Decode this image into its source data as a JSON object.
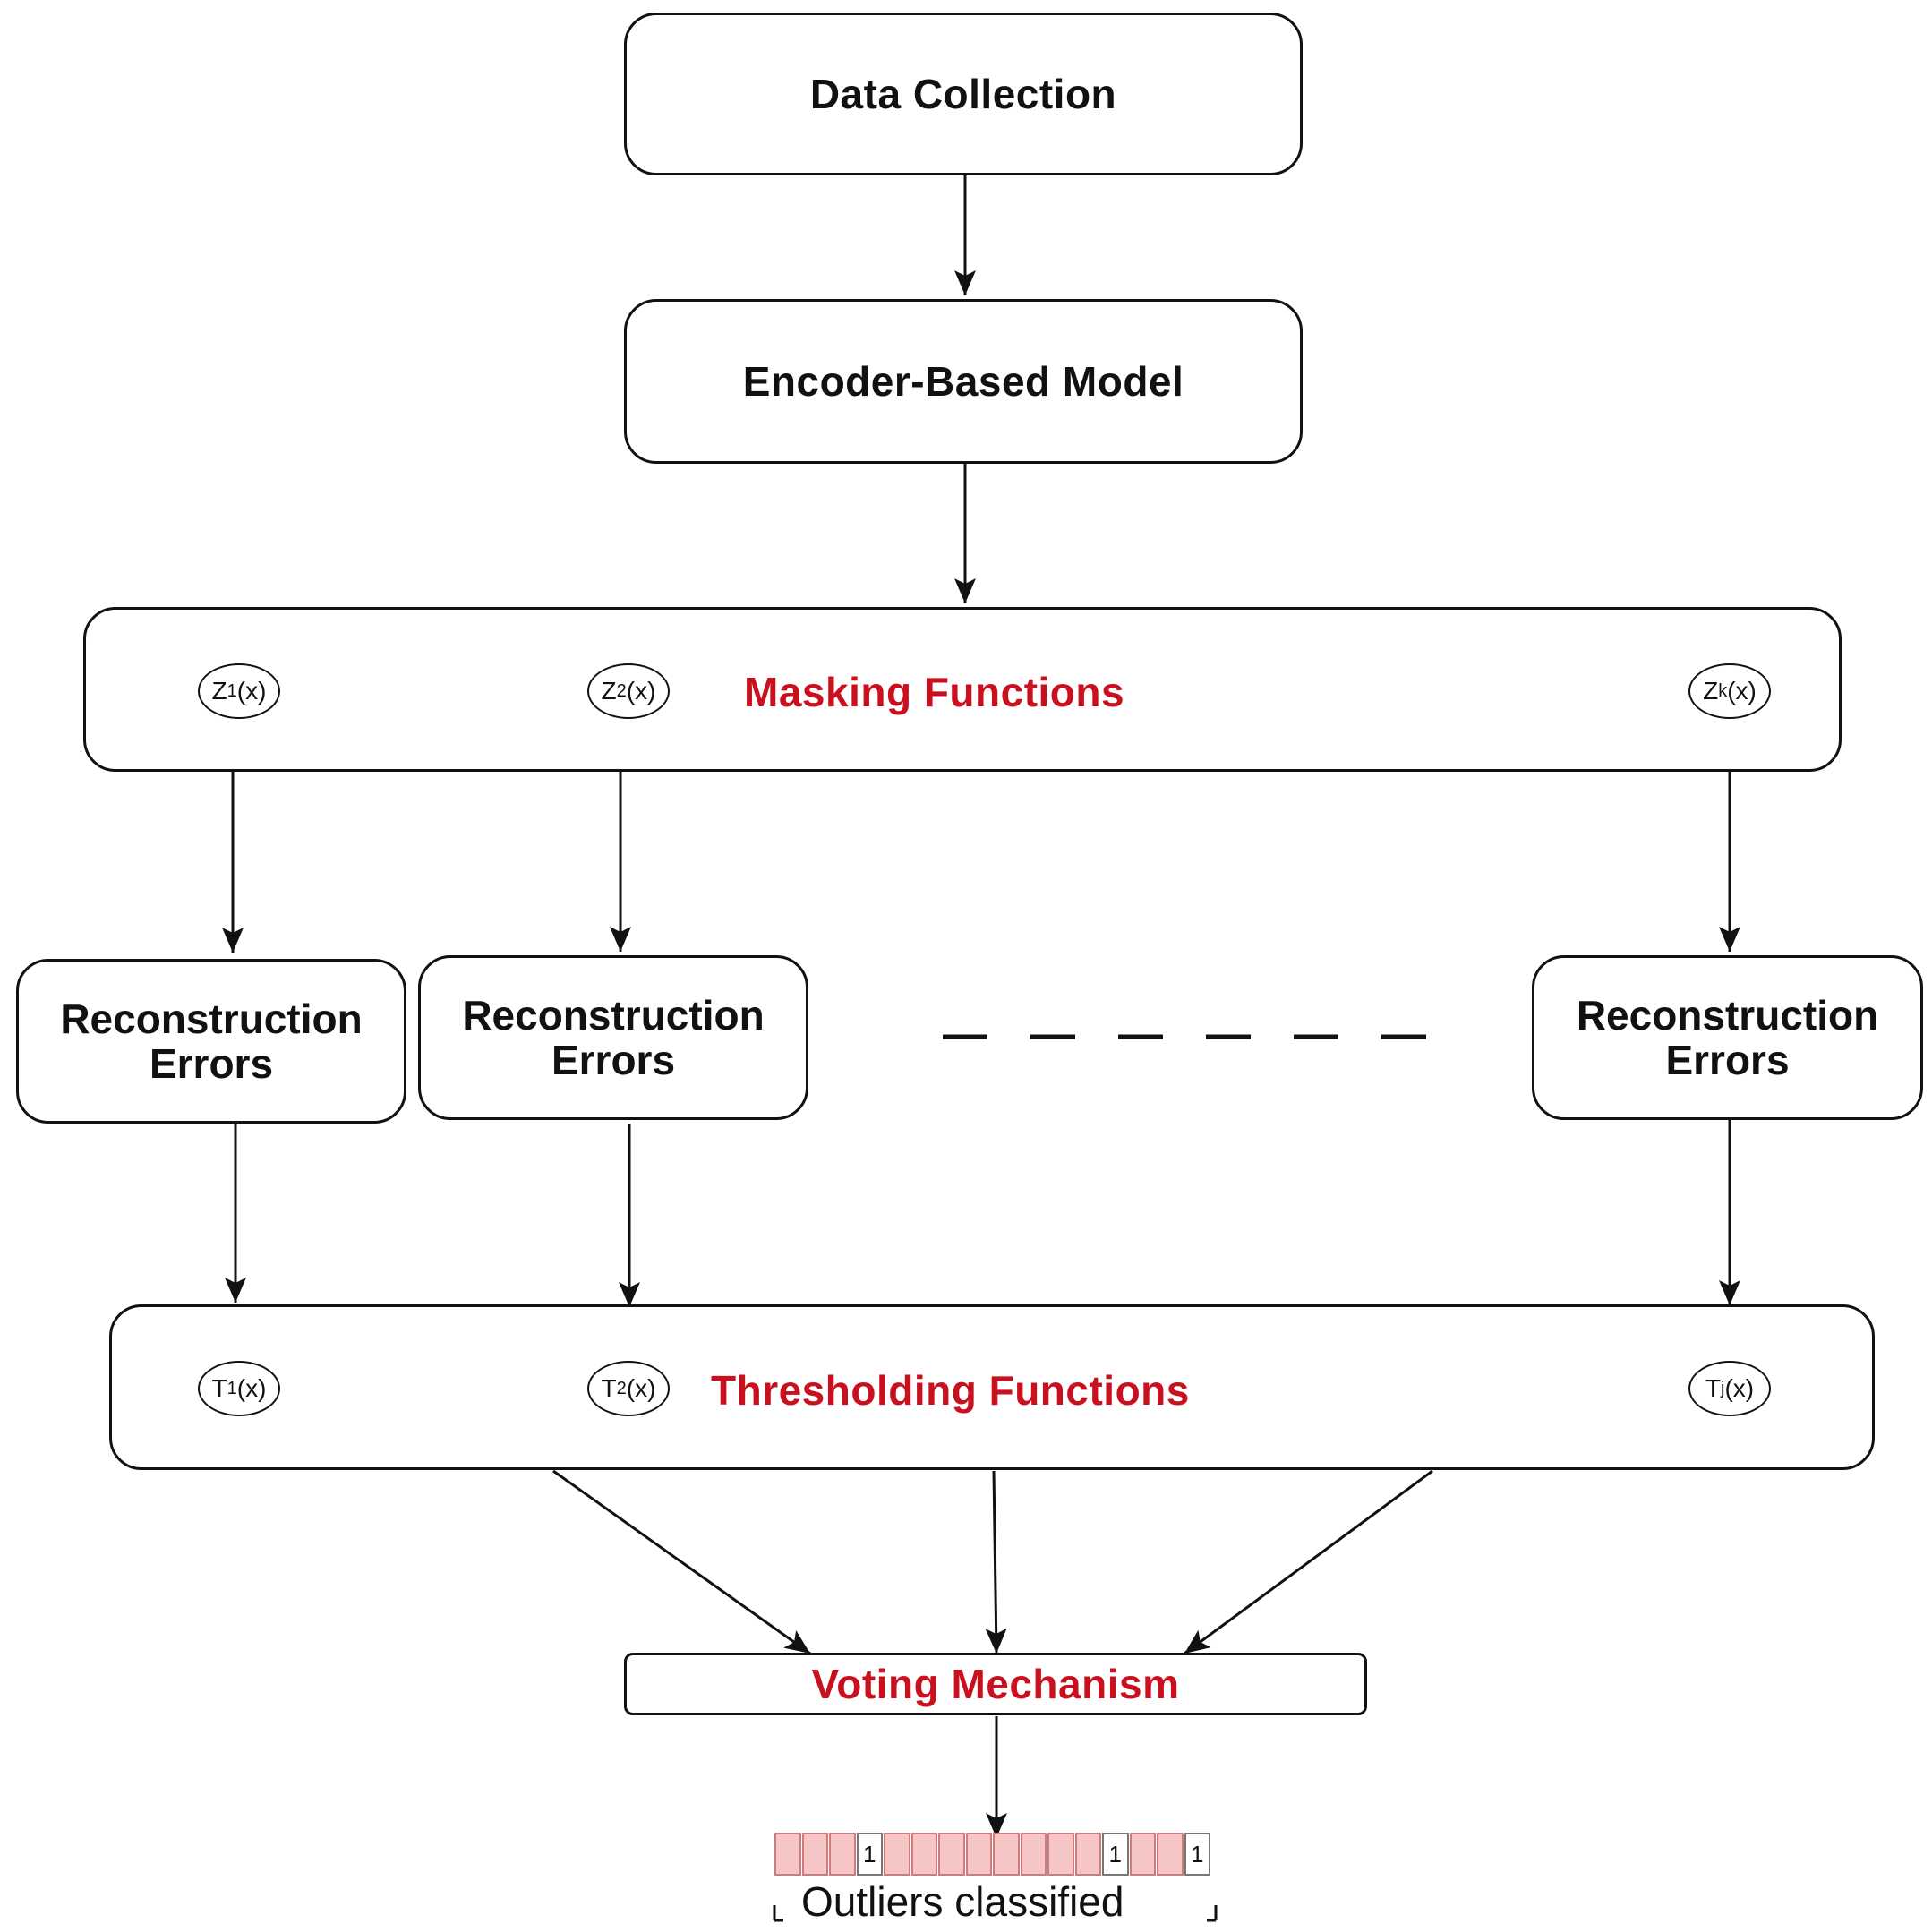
{
  "nodes": {
    "data_collection": "Data Collection",
    "encoder": "Encoder-Based Model",
    "masking": "Masking Functions",
    "reconstruction": [
      "Reconstruction",
      "Errors"
    ],
    "thresholding": "Thresholding Functions",
    "voting": "Voting Mechanism"
  },
  "masking_functions": [
    {
      "base": "Z",
      "sub": "1",
      "arg": "(x)"
    },
    {
      "base": "Z",
      "sub": "2",
      "arg": "(x)"
    },
    {
      "base": "Z",
      "sub": "k",
      "arg": "(x)"
    }
  ],
  "threshold_functions": [
    {
      "base": "T",
      "sub": "1",
      "arg": "(x)"
    },
    {
      "base": "T",
      "sub": "2",
      "arg": "(x)"
    },
    {
      "base": "T",
      "sub": "j",
      "arg": "(x)"
    }
  ],
  "output": {
    "cells": [
      "",
      "",
      "",
      "1",
      "",
      "",
      "",
      "",
      "",
      "",
      "",
      "",
      "1",
      "",
      "",
      "1"
    ],
    "caption": "Outliers classified"
  },
  "colors": {
    "accent_red": "#c8101f",
    "cell_fill": "#f6c6c6",
    "cell_border": "#d27a7a",
    "line": "#111111"
  }
}
